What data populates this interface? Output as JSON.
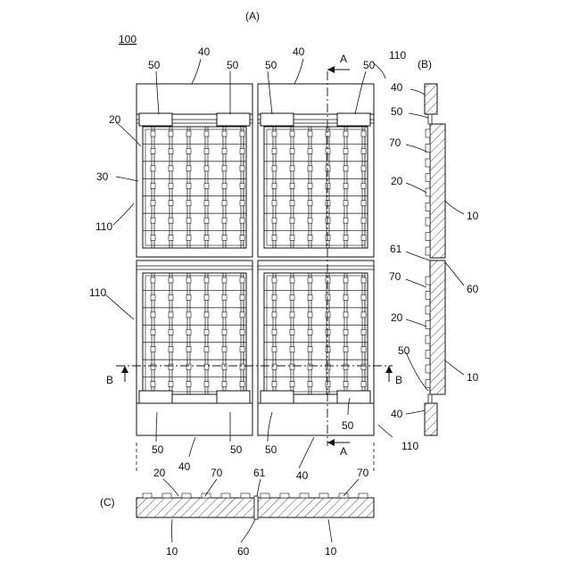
{
  "panel_labels": {
    "a": "(A)",
    "b": "(B)",
    "c": "(C)"
  },
  "ref_100": "100",
  "section_letters": {
    "a": "A",
    "b": "B"
  },
  "n10": "10",
  "n20": "20",
  "n30": "30",
  "n40": "40",
  "n50": "50",
  "n60": "60",
  "n61": "61",
  "n70": "70",
  "n110": "110"
}
